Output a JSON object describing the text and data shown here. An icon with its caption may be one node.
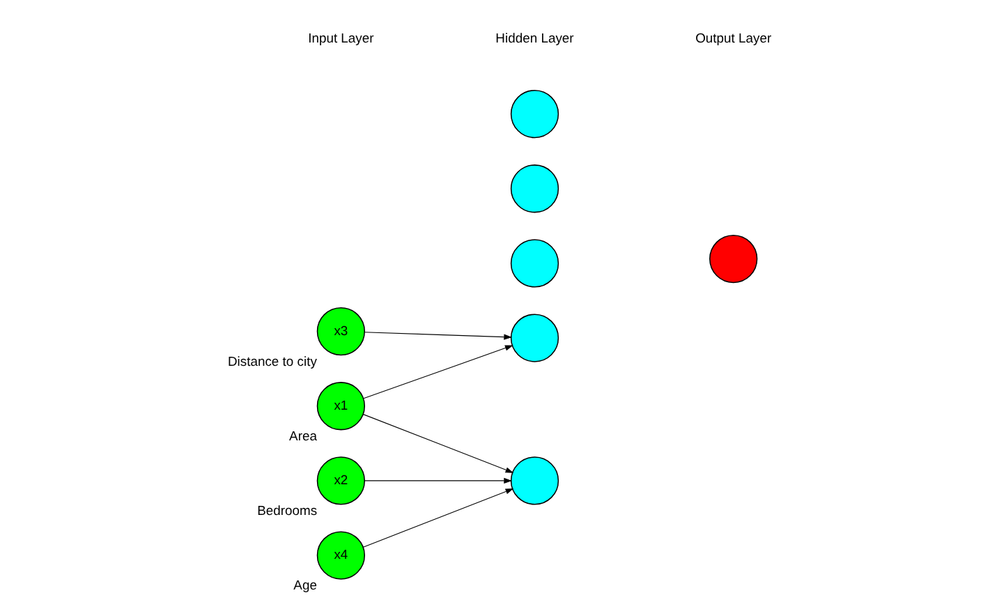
{
  "diagram": {
    "nodes": [
      {
        "text": [
          "x1"
        ],
        "beside": [
          "Area"
        ]
      },
      {
        "text": [
          "x2"
        ],
        "beside": [
          "Bedrooms"
        ]
      },
      {
        "text": [
          "x3"
        ],
        "beside": [
          "Distance to city"
        ]
      },
      {
        "text": [
          "x4"
        ],
        "beside": [
          "Age"
        ]
      },
      {
        "text": [],
        "shape": "circle"
      },
      {
        "text": [],
        "shape": "circle"
      },
      {
        "text": [],
        "shape": "circle"
      },
      {
        "text": [],
        "shape": "circle"
      },
      {
        "text": [],
        "shape": "circle"
      },
      {
        "text": [],
        "shape": "circle"
      }
    ],
    "edges": [
      {
        "from": 0,
        "to": 4,
        "arrow": "to"
      },
      {
        "from": 0,
        "to": 6,
        "arrow": "to"
      },
      {
        "from": 1,
        "to": 6,
        "arrow": "to"
      },
      {
        "from": 2,
        "to": 4,
        "arrow": "to"
      },
      {
        "from": 3,
        "to": 6,
        "arrow": "to"
      }
    ],
    "labels": [
      "Input Layer",
      "Hidden Layer",
      "Output Layer"
    ]
  }
}
